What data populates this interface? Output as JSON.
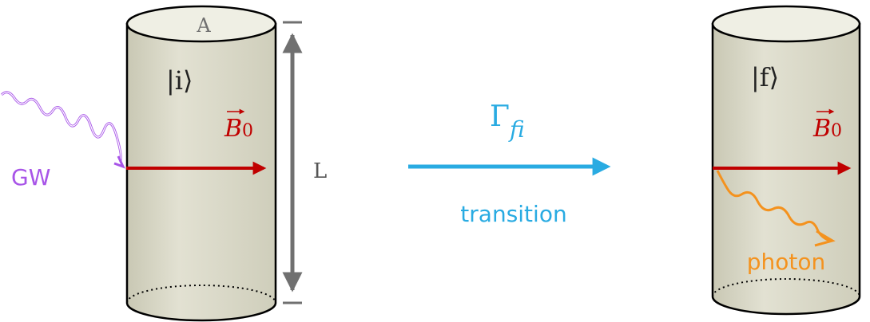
{
  "colors": {
    "cylinder_fill": "#deddcc",
    "cylinder_top": "#eeeee2",
    "outline": "#000000",
    "field": "#c00000",
    "gw": "#a855e8",
    "transition": "#29abe2",
    "photon": "#f4921e",
    "dimension": "#707070",
    "ket": "#222222"
  },
  "left": {
    "top_label": "A",
    "state": "|i⟩",
    "field_symbol": "B",
    "field_subscript": "0",
    "length_label": "L",
    "incoming_label": "GW"
  },
  "middle": {
    "rate_symbol": "Γ",
    "rate_subscript": "fi",
    "caption": "transition"
  },
  "right": {
    "state": "|f⟩",
    "field_symbol": "B",
    "field_subscript": "0",
    "outgoing_label": "photon"
  }
}
